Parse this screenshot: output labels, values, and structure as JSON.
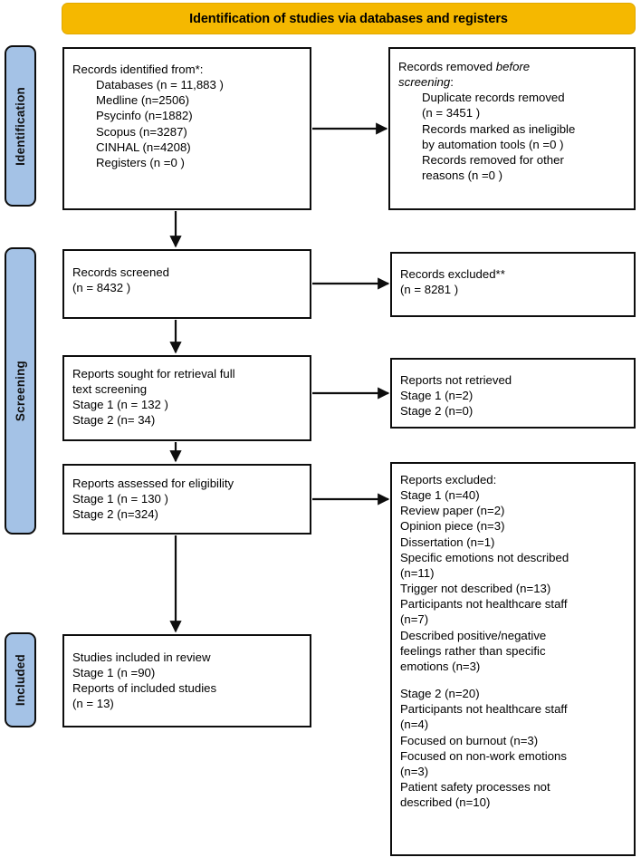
{
  "diagram": {
    "type": "prisma-flow-diagram",
    "title": "Identification of studies via databases and registers",
    "colors": {
      "banner": "#F5B800",
      "stage_bar": "#A4C2E6",
      "box_border": "#0d0d0d",
      "background": "#FFFFFF"
    }
  },
  "stages": [
    {
      "id": "identification",
      "label": "Identification"
    },
    {
      "id": "screening",
      "label": "Screening"
    },
    {
      "id": "included",
      "label": "Included"
    }
  ],
  "boxes": {
    "identified": {
      "name": "records-identified",
      "lines": [
        {
          "text": "Records identified from*:",
          "indent": false
        },
        {
          "text": "Databases (n = 11,883 )",
          "indent": true
        },
        {
          "text": "Medline (n=2506)",
          "indent": true
        },
        {
          "text": "Psycinfo (n=1882)",
          "indent": true
        },
        {
          "text": "Scopus (n=3287)",
          "indent": true
        },
        {
          "text": "CINHAL (n=4208)",
          "indent": true
        },
        {
          "text": "Registers (n =0 )",
          "indent": true
        }
      ]
    },
    "removed": {
      "name": "records-removed-before-screening",
      "lines": [
        {
          "text": "Records removed ",
          "italic_tail": "before",
          "indent": false
        },
        {
          "text": "",
          "italic_lead": "screening",
          "tail": ":",
          "indent": false
        },
        {
          "text": "Duplicate records removed",
          "indent": true
        },
        {
          "text": "(n = 3451 )",
          "indent": true
        },
        {
          "text": "Records marked as ineligible",
          "indent": true
        },
        {
          "text": "by automation tools (n =0 )",
          "indent": true
        },
        {
          "text": "Records removed for other",
          "indent": true
        },
        {
          "text": "reasons (n =0 )",
          "indent": true
        }
      ]
    },
    "screened": {
      "name": "records-screened",
      "lines": [
        {
          "text": "Records screened",
          "indent": false
        },
        {
          "text": "(n = 8432 )",
          "indent": false
        }
      ]
    },
    "excluded": {
      "name": "records-excluded",
      "lines": [
        {
          "text": "Records excluded**",
          "indent": false
        },
        {
          "text": "(n = 8281 )",
          "indent": false
        }
      ]
    },
    "sought": {
      "name": "reports-sought-for-retrieval",
      "lines": [
        {
          "text": "Reports sought for retrieval full",
          "indent": false
        },
        {
          "text": "text screening",
          "indent": false
        },
        {
          "text": "Stage 1 (n = 132 )",
          "indent": false
        },
        {
          "text": "Stage 2 (n= 34)",
          "indent": false
        }
      ]
    },
    "not_retrieved": {
      "name": "reports-not-retrieved",
      "lines": [
        {
          "text": "Reports not retrieved",
          "indent": false
        },
        {
          "text": "Stage 1 (n=2)",
          "indent": false
        },
        {
          "text": "Stage 2 (n=0)",
          "indent": false
        }
      ]
    },
    "assessed": {
      "name": "reports-assessed-for-eligibility",
      "lines": [
        {
          "text": "Reports assessed for eligibility",
          "indent": false
        },
        {
          "text": "Stage 1 (n = 130 )",
          "indent": false
        },
        {
          "text": "Stage 2 (n=324)",
          "indent": false
        }
      ]
    },
    "reports_excluded": {
      "name": "reports-excluded",
      "lines": [
        {
          "text": "Reports excluded:",
          "indent": false
        },
        {
          "text": "Stage 1 (n=40)",
          "indent": false
        },
        {
          "text": "Review paper (n=2)",
          "indent": false
        },
        {
          "text": "Opinion piece (n=3)",
          "indent": false
        },
        {
          "text": "Dissertation (n=1)",
          "indent": false
        },
        {
          "text": "Specific emotions not described",
          "indent": false
        },
        {
          "text": "(n=11)",
          "indent": false
        },
        {
          "text": "Trigger not described (n=13)",
          "indent": false
        },
        {
          "text": "Participants not healthcare staff",
          "indent": false
        },
        {
          "text": "(n=7)",
          "indent": false
        },
        {
          "text": "Described positive/negative",
          "indent": false
        },
        {
          "text": "feelings rather than specific",
          "indent": false
        },
        {
          "text": "emotions (n=3)",
          "indent": false
        },
        {
          "text": "",
          "indent": false,
          "blank": true
        },
        {
          "text": "Stage 2 (n=20)",
          "indent": false
        },
        {
          "text": "Participants not healthcare staff",
          "indent": false
        },
        {
          "text": "(n=4)",
          "indent": false
        },
        {
          "text": "Focused on burnout (n=3)",
          "indent": false
        },
        {
          "text": "Focused on non-work emotions",
          "indent": false
        },
        {
          "text": "(n=3)",
          "indent": false
        },
        {
          "text": "Patient safety processes not",
          "indent": false
        },
        {
          "text": "described (n=10)",
          "indent": false
        }
      ]
    },
    "included": {
      "name": "studies-included-in-review",
      "lines": [
        {
          "text": "Studies included in review",
          "indent": false
        },
        {
          "text": "Stage 1 (n =90)",
          "indent": false
        },
        {
          "text": "Reports of included studies",
          "indent": false
        },
        {
          "text": "(n = 13)",
          "indent": false
        }
      ]
    }
  },
  "chart_data": {
    "type": "diagram",
    "title": "Identification of studies via databases and registers",
    "nodes": [
      {
        "id": "identified",
        "stage": "Identification",
        "column": "left",
        "counts": {
          "databases_total": 11883,
          "Medline": 2506,
          "Psycinfo": 1882,
          "Scopus": 3287,
          "CINHAL": 4208,
          "registers": 0
        }
      },
      {
        "id": "removed",
        "stage": "Identification",
        "column": "right",
        "counts": {
          "duplicates": 3451,
          "ineligible_by_automation": 0,
          "other_reasons": 0
        }
      },
      {
        "id": "screened",
        "stage": "Screening",
        "column": "left",
        "counts": {
          "n": 8432
        }
      },
      {
        "id": "excluded",
        "stage": "Screening",
        "column": "right",
        "counts": {
          "n": 8281
        }
      },
      {
        "id": "sought",
        "stage": "Screening",
        "column": "left",
        "counts": {
          "stage1": 132,
          "stage2": 34
        }
      },
      {
        "id": "not_retrieved",
        "stage": "Screening",
        "column": "right",
        "counts": {
          "stage1": 2,
          "stage2": 0
        }
      },
      {
        "id": "assessed",
        "stage": "Screening",
        "column": "left",
        "counts": {
          "stage1": 130,
          "stage2": 324
        }
      },
      {
        "id": "reports_excluded",
        "stage": "Screening",
        "column": "right",
        "counts": {
          "stage1_total": 40,
          "review_paper": 2,
          "opinion_piece": 3,
          "dissertation": 1,
          "specific_emotions_not_described": 11,
          "trigger_not_described": 13,
          "participants_not_healthcare_staff": 7,
          "positive_negative_feelings": 3,
          "stage2_total": 20,
          "stage2_participants_not_healthcare_staff": 4,
          "focused_on_burnout": 3,
          "focused_on_non_work_emotions": 3,
          "patient_safety_processes_not_described": 10
        }
      },
      {
        "id": "included",
        "stage": "Included",
        "column": "left",
        "counts": {
          "stage1_studies": 90,
          "reports_of_included_studies": 13
        }
      }
    ],
    "edges": [
      {
        "from": "identified",
        "to": "removed",
        "direction": "right"
      },
      {
        "from": "identified",
        "to": "screened",
        "direction": "down"
      },
      {
        "from": "screened",
        "to": "excluded",
        "direction": "right"
      },
      {
        "from": "screened",
        "to": "sought",
        "direction": "down"
      },
      {
        "from": "sought",
        "to": "not_retrieved",
        "direction": "right"
      },
      {
        "from": "sought",
        "to": "assessed",
        "direction": "down"
      },
      {
        "from": "assessed",
        "to": "reports_excluded",
        "direction": "right"
      },
      {
        "from": "assessed",
        "to": "included",
        "direction": "down"
      }
    ]
  }
}
